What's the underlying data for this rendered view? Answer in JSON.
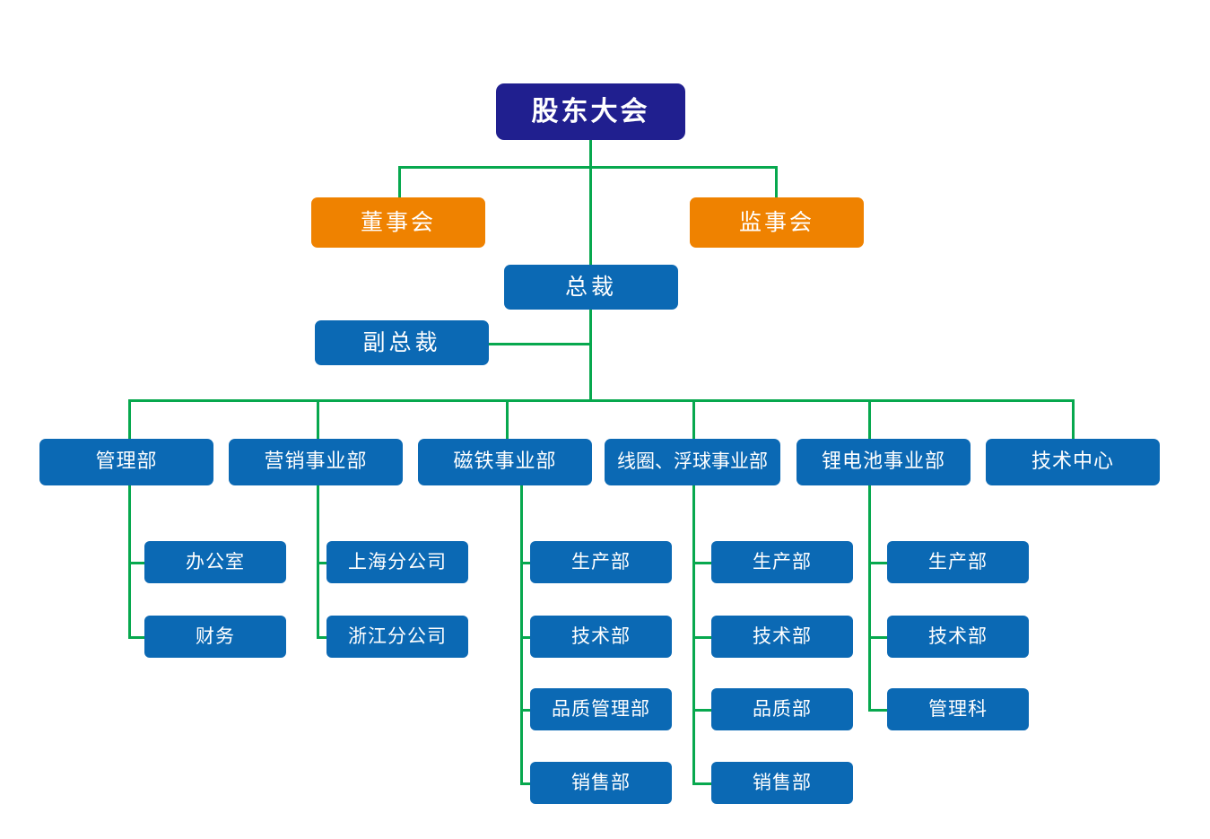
{
  "chart": {
    "type": "organization-chart",
    "title_node": "股东大会",
    "palette": {
      "root_navy": "#201f8f",
      "committee_orange": "#ef8200",
      "node_blue": "#0b69b4",
      "connector_green": "#07a84e",
      "background": "#ffffff",
      "text": "#ffffff"
    }
  },
  "nodes": {
    "root": {
      "label": "股东大会"
    },
    "board": {
      "label": "董事会"
    },
    "supervisors": {
      "label": "监事会"
    },
    "president": {
      "label": "总裁"
    },
    "vice_president": {
      "label": "副总裁"
    }
  },
  "divisions": [
    {
      "id": "management",
      "label": "管理部",
      "children": [
        {
          "label": "办公室"
        },
        {
          "label": "财务"
        }
      ]
    },
    {
      "id": "marketing",
      "label": "营销事业部",
      "children": [
        {
          "label": "上海分公司"
        },
        {
          "label": "浙江分公司"
        }
      ]
    },
    {
      "id": "magnet",
      "label": "磁铁事业部",
      "children": [
        {
          "label": "生产部"
        },
        {
          "label": "技术部"
        },
        {
          "label": "品质管理部"
        },
        {
          "label": "销售部"
        }
      ]
    },
    {
      "id": "coil-float",
      "label": "线圈、浮球事业部",
      "children": [
        {
          "label": "生产部"
        },
        {
          "label": "技术部"
        },
        {
          "label": "品质部"
        },
        {
          "label": "销售部"
        }
      ]
    },
    {
      "id": "lithium-battery",
      "label": "锂电池事业部",
      "children": [
        {
          "label": "生产部"
        },
        {
          "label": "技术部"
        },
        {
          "label": "管理科"
        }
      ]
    },
    {
      "id": "tech-center",
      "label": "技术中心",
      "children": []
    }
  ]
}
